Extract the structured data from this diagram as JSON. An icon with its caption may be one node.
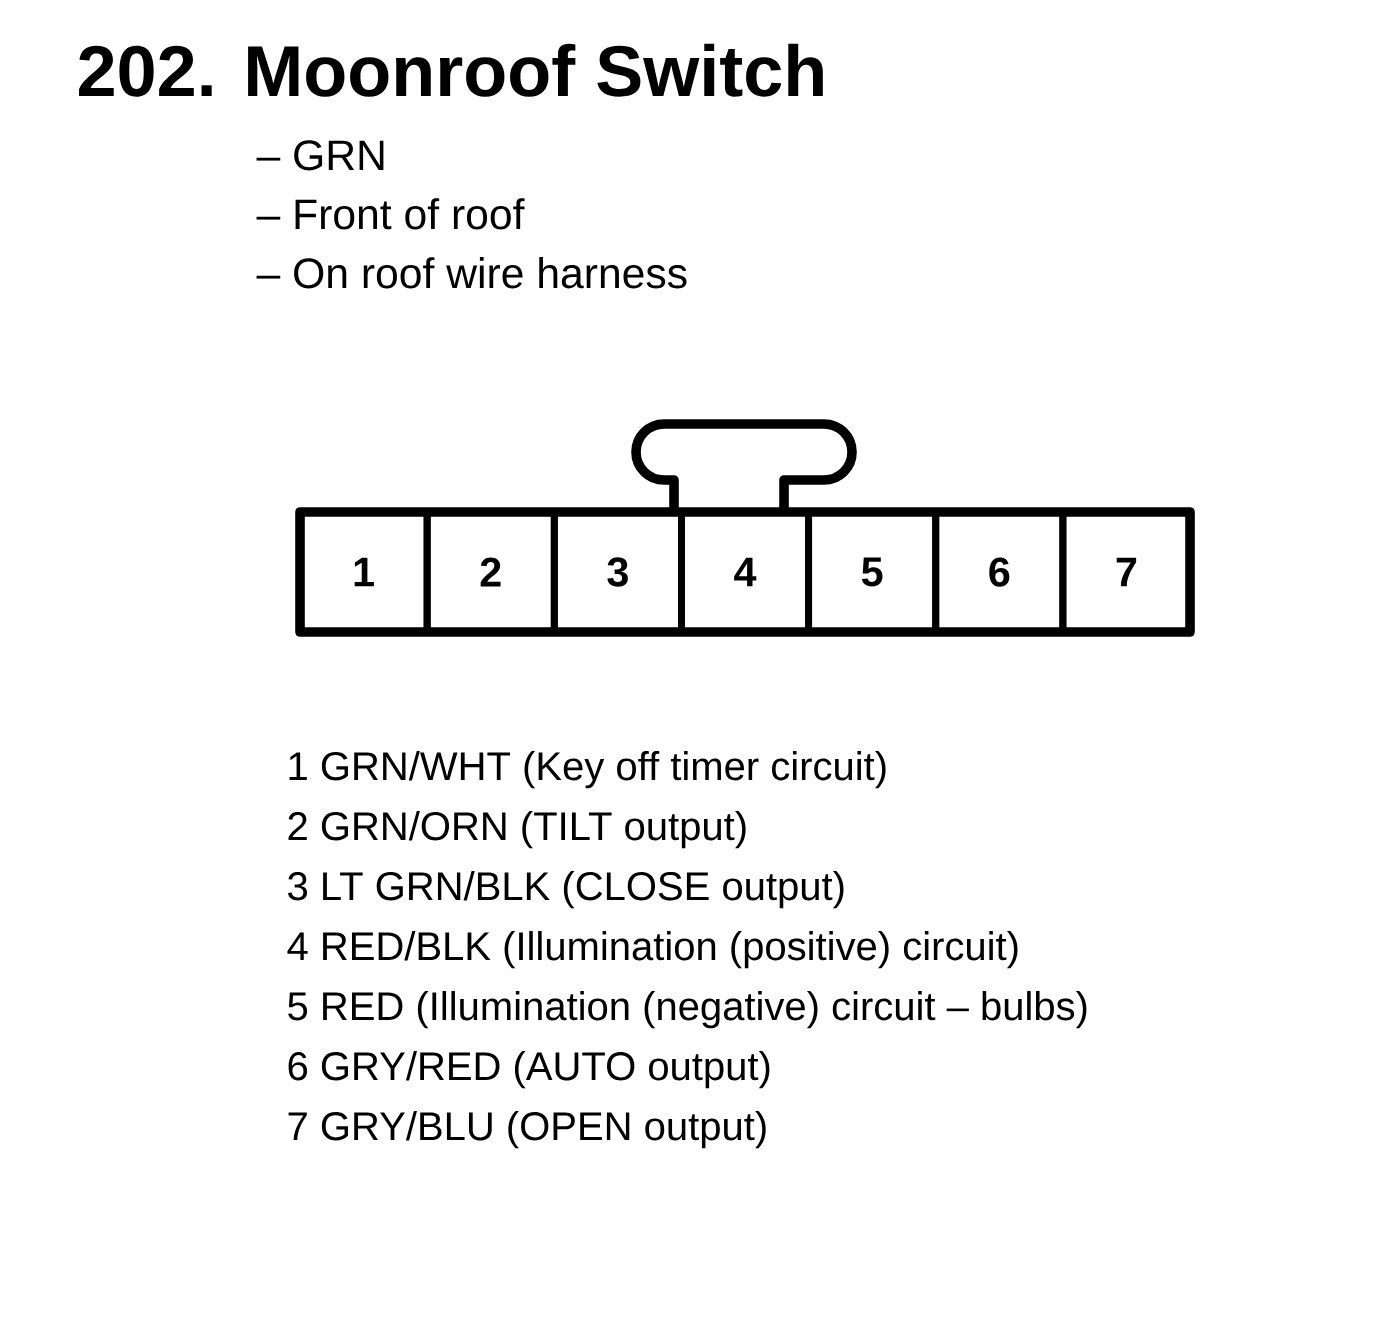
{
  "diagram": {
    "title": "202. Moonroof Switch",
    "nodes": [
      {
        "text": [
          "1"
        ]
      },
      {
        "text": [
          "2"
        ]
      },
      {
        "text": [
          "3"
        ]
      },
      {
        "text": [
          "4"
        ]
      },
      {
        "text": [
          "5"
        ]
      },
      {
        "text": [
          "6"
        ]
      },
      {
        "text": [
          "7"
        ]
      }
    ],
    "labels": [
      "– GRN",
      "– Front of roof",
      "– On roof wire harness",
      "1 GRN/WHT (Key off timer circuit)",
      "2 GRN/ORN (TILT output)",
      "3 LT GRN/BLK (CLOSE output)",
      "4 RED/BLK (Illumination (positive) circuit)",
      "5 RED (Illumination (negative) circuit – bulbs)",
      "6 GRY/RED (AUTO output)",
      "7 GRY/BLU (OPEN output)"
    ]
  }
}
